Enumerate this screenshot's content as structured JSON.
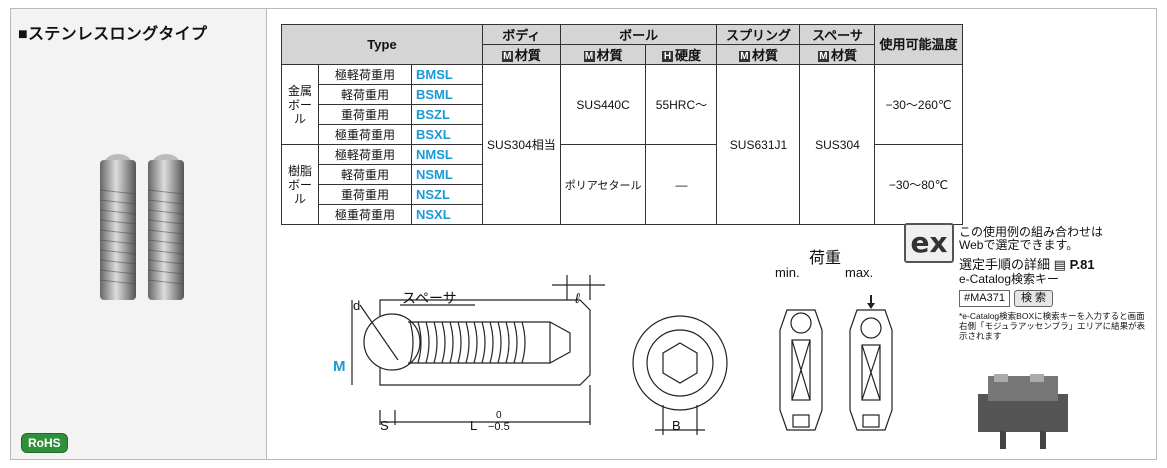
{
  "left": {
    "title": "■ステンレスロングタイプ",
    "rohs": "RoHS"
  },
  "table": {
    "header": {
      "type": "Type",
      "body": "ボディ",
      "ball": "ボール",
      "spring": "スプリング",
      "spacer": "スペーサ",
      "temp": "使用可能温度",
      "material": "材質",
      "hardness": "硬度",
      "m": "M",
      "h": "H"
    },
    "groups": [
      {
        "name": "金属ボール",
        "rows": [
          {
            "load": "極軽荷重用",
            "code": "BMSL"
          },
          {
            "load": "軽荷重用",
            "code": "BSML"
          },
          {
            "load": "重荷重用",
            "code": "BSZL"
          },
          {
            "load": "極重荷重用",
            "code": "BSXL"
          }
        ],
        "ball_material": "SUS440C",
        "ball_hardness": "55HRC～",
        "temp": "−30～260℃"
      },
      {
        "name": "樹脂ボール",
        "rows": [
          {
            "load": "極軽荷重用",
            "code": "NMSL"
          },
          {
            "load": "軽荷重用",
            "code": "NSML"
          },
          {
            "load": "重荷重用",
            "code": "NSZL"
          },
          {
            "load": "極重荷重用",
            "code": "NSXL"
          }
        ],
        "ball_material": "ポリアセタール",
        "ball_hardness": "—",
        "temp": "−30～80℃"
      }
    ],
    "body_material": "SUS304相当",
    "spring_material": "SUS631J1",
    "spacer_material": "SUS304"
  },
  "drawing": {
    "d": "d",
    "spacer": "スペーサ",
    "l": "ℓ",
    "M": "M",
    "S": "S",
    "L": "L",
    "tol_top": "0",
    "tol_bot": "−0.5",
    "B": "B",
    "load": "荷重",
    "min": "min.",
    "max": "max."
  },
  "info": {
    "ex": "ex",
    "line1": "この使用例の組み合わせは",
    "line2": "Webで選定できます。",
    "sel": "選定手順の詳細",
    "page": "P.81",
    "key_label": "e-Catalog検索キー",
    "key": "#MA371",
    "search": "検 索",
    "note": "*e-Catalog検索BOXに検索キーを入力すると画面右側「モジュラアッセンブラ」エリアに結果が表示されます"
  }
}
